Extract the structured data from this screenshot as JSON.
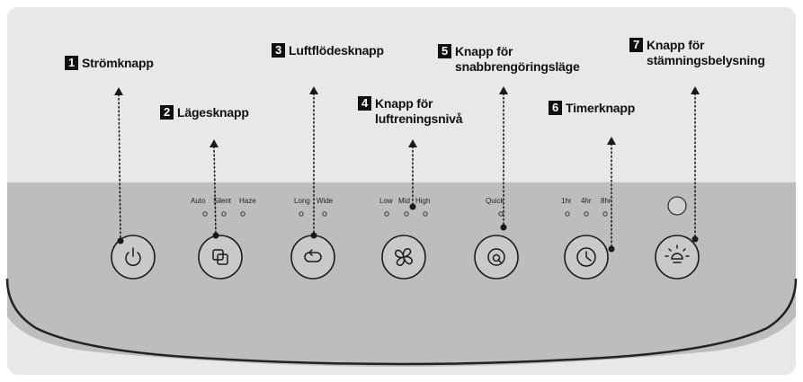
{
  "callouts": [
    {
      "num": "1",
      "line1": "Strömknapp",
      "line2": ""
    },
    {
      "num": "2",
      "line1": "Lägesknapp",
      "line2": ""
    },
    {
      "num": "3",
      "line1": "Luftflödesknapp",
      "line2": ""
    },
    {
      "num": "4",
      "line1": "Knapp för",
      "line2": "luftreningsnivå"
    },
    {
      "num": "5",
      "line1": "Knapp för",
      "line2": "snabbrengöringsläge"
    },
    {
      "num": "6",
      "line1": "Timerknapp",
      "line2": ""
    },
    {
      "num": "7",
      "line1": "Knapp för",
      "line2": "stämningsbelysning"
    }
  ],
  "indicators": {
    "mode": [
      "Auto",
      "Silent",
      "Haze"
    ],
    "airflow": [
      "Long",
      "Wide"
    ],
    "level": [
      "Low",
      "Mid",
      "High"
    ],
    "quick": [
      "Quick"
    ],
    "timer": [
      "1hr",
      "4hr",
      "8hr"
    ]
  },
  "icons": [
    "power-icon",
    "mode-icon",
    "airflow-icon",
    "fan-icon",
    "quick-clean-icon",
    "timer-icon",
    "light-icon"
  ],
  "colors": {
    "background_top": "#e8e8e8",
    "panel": "#bdbdbf",
    "frame": "#222222"
  }
}
